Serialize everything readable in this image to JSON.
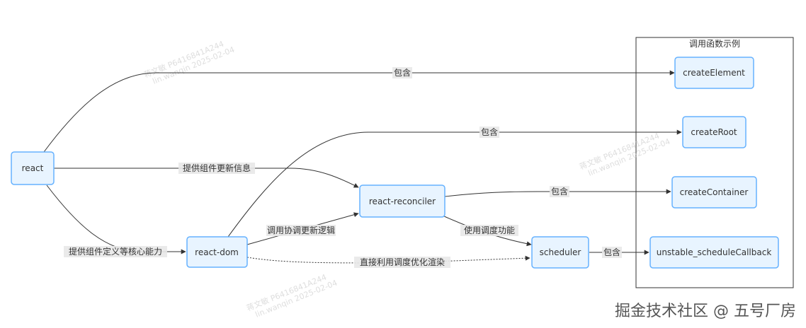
{
  "subgraph": {
    "title": "调用函数示例"
  },
  "nodes": {
    "react": "react",
    "react_dom": "react-dom",
    "react_reconciler": "react-reconciler",
    "scheduler": "scheduler",
    "create_element": "createElement",
    "create_root": "createRoot",
    "create_container": "createContainer",
    "unstable_schedule_callback": "unstable_scheduleCallback"
  },
  "edges": {
    "react_to_create_element": "包含",
    "react_dom_to_create_root": "包含",
    "react_to_reconciler": "提供组件更新信息",
    "reconciler_to_create_container": "包含",
    "react_to_react_dom": "提供组件定义等核心能力",
    "react_dom_to_reconciler": "调用协调更新逻辑",
    "reconciler_to_scheduler": "使用调度功能",
    "react_dom_to_scheduler": "直接利用调度优化渲染",
    "scheduler_to_callback": "包含"
  },
  "watermark": {
    "line1": "蒋文敏 P6416841A244",
    "line2": "lin.wanqin 2025-02-04"
  },
  "brand": "掘金技术社区 @ 五号厂房",
  "colors": {
    "node_fill": "#e8f4ff",
    "node_stroke": "#66b2ff",
    "edge": "#333333",
    "label_bg": "#e8e8e8"
  }
}
